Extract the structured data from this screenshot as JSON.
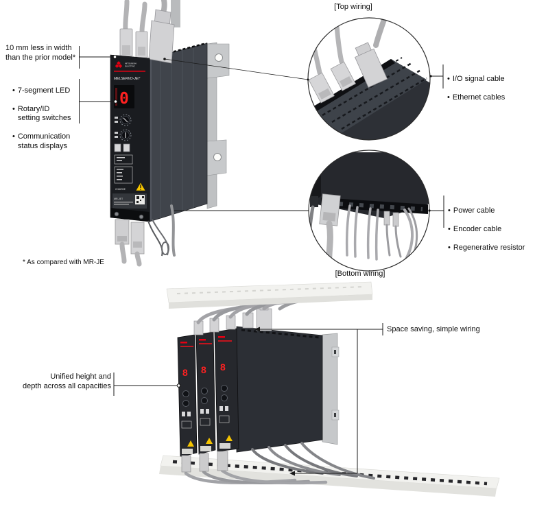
{
  "colors": {
    "accent_red": "#e60012",
    "led_red": "#ff2121",
    "body_dark": "#1a1c20",
    "cable_gray": "#b3b3b5",
    "duct_white": "#f2f2ef"
  },
  "labels": {
    "bullet": "•",
    "width_note": "10 mm less in width\nthan the prior model*",
    "features": [
      "7-segment LED",
      "Rotary/ID\nsetting switches",
      "Communication\nstatus displays"
    ],
    "footnote": "* As compared with MR-JE",
    "top_wiring": {
      "title": "[Top wiring]",
      "items": [
        "I/O signal cable",
        "Ethernet cables"
      ]
    },
    "bottom_wiring": {
      "title": "[Bottom wiring]",
      "items": [
        "Power cable",
        "Encoder cable",
        "Regenerative resistor"
      ]
    },
    "space_saving": "Space saving, simple wiring",
    "unified": "Unified height and\ndepth across all capacities"
  },
  "device": {
    "brand_line1": "MITSUBISHI",
    "brand_line2": "ELECTRIC",
    "series": "MELSERVO-JET",
    "charge_label": "CHARGE",
    "model_label": "MR-JET",
    "display_value": "0"
  },
  "assembly": {
    "display_value": "8"
  }
}
